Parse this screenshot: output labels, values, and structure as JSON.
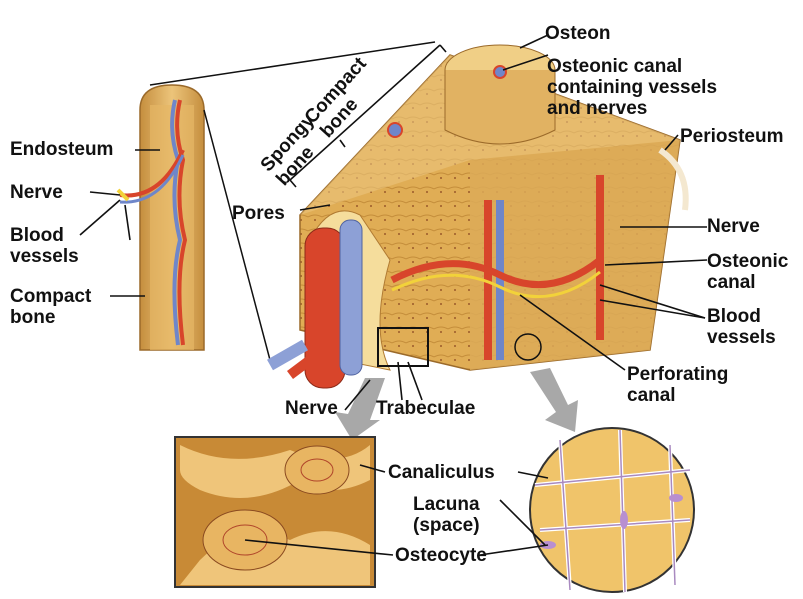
{
  "labels": {
    "osteon": "Osteon",
    "osteonic_canal_vessels": "Osteonic canal\ncontaining vessels\nand nerves",
    "periosteum": "Periosteum",
    "endosteum": "Endosteum",
    "nerve_left": "Nerve",
    "blood_vessels_left": "Blood\nvessels",
    "compact_bone_left": "Compact\nbone",
    "spongy_bone": "Spongy\nbone",
    "compact_bone_top": "Compact\nbone",
    "pores": "Pores",
    "nerve_right": "Nerve",
    "osteonic_canal": "Osteonic\ncanal",
    "blood_vessels_right": "Blood\nvessels",
    "perforating_canal": "Perforating\ncanal",
    "nerve_bottom": "Nerve",
    "trabeculae": "Trabeculae",
    "canaliculus": "Canaliculus",
    "lacuna": "Lacuna\n(space)",
    "osteocyte": "Osteocyte"
  },
  "colors": {
    "bone": "#d9a64a",
    "bone_light": "#f0cf86",
    "artery": "#d8452b",
    "vein": "#6f86c9",
    "nerve": "#f2d23a"
  }
}
